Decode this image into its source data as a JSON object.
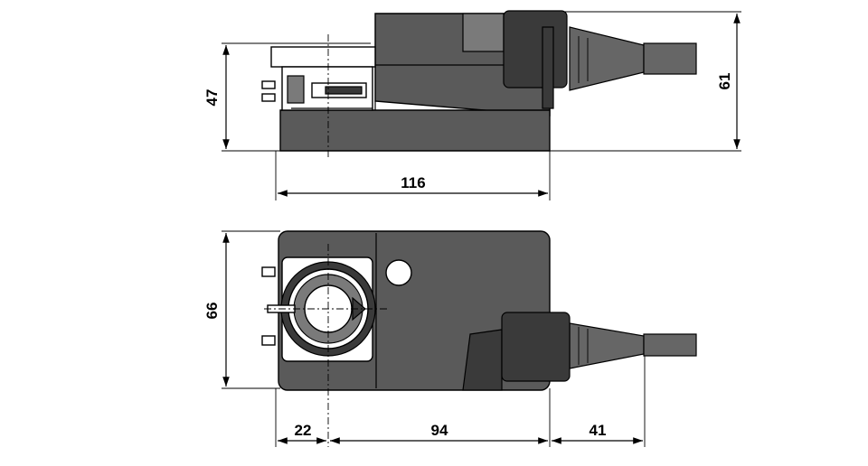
{
  "dimensions": {
    "top_height_left": "47",
    "top_height_right": "61",
    "top_length": "116",
    "bottom_width": "66",
    "bottom_seg_1": "22",
    "bottom_seg_2": "94",
    "bottom_seg_3": "41"
  }
}
